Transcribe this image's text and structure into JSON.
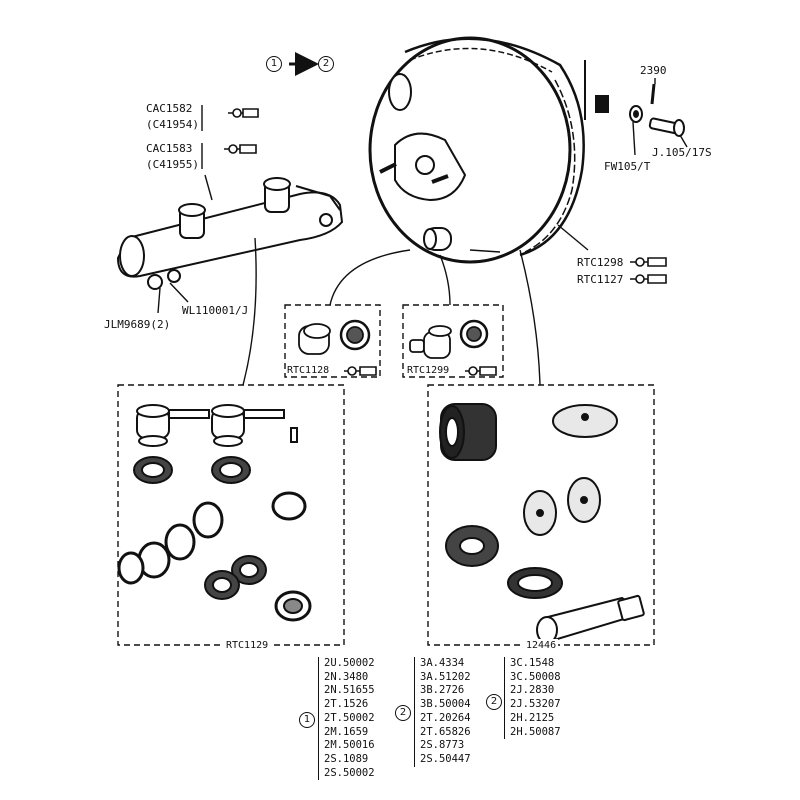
{
  "header": {
    "from_circle": "1",
    "to_circle": "2"
  },
  "callouts": {
    "cac1582": "CAC1582",
    "c41954": "(C41954)",
    "cac1583": "CAC1583",
    "c41955": "(C41955)",
    "n2390": "2390",
    "j105": "J.105/17S",
    "fw105": "FW105/T",
    "rtc1298": "RTC1298",
    "rtc1127": "RTC1127",
    "wl110001": "WL110001/J",
    "jlm9689": "JLM9689(2)",
    "rtc1128": "RTC1128",
    "rtc1299": "RTC1299",
    "rtc1129": "RTC1129",
    "kit12446": "12446"
  },
  "vin_table": {
    "group1": {
      "marker": "1",
      "codes": [
        "2U.50002",
        "2N.3480",
        "2N.51655",
        "2T.1526",
        "2T.50002",
        "2M.1659",
        "2M.50016",
        "2S.1089",
        "2S.50002"
      ]
    },
    "group2a": {
      "marker": "2",
      "codes": [
        "3A.4334",
        "3A.51202",
        "3B.2726",
        "3B.50004",
        "2T.20264",
        "2T.65826",
        "2S.8773",
        "2S.50447"
      ]
    },
    "group2b": {
      "marker": "2",
      "codes": [
        "3C.1548",
        "3C.50008",
        "2J.2830",
        "2J.53207",
        "2H.2125",
        "2H.50087"
      ]
    }
  }
}
